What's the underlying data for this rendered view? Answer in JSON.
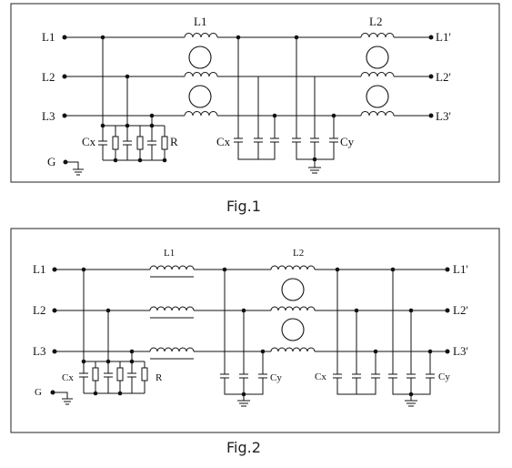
{
  "fig1": {
    "caption": "Fig.1",
    "lines_left": [
      "L1",
      "L2",
      "L3"
    ],
    "lines_right": [
      "L1'",
      "L2'",
      "L3'"
    ],
    "inductor_labels": [
      "L1",
      "L2"
    ],
    "ground": "G",
    "cx_left": "Cx",
    "resistor": "R",
    "cx_mid": "Cx",
    "cy": "Cy"
  },
  "fig2": {
    "caption": "Fig.2",
    "lines_left": [
      "L1",
      "L2",
      "L3"
    ],
    "lines_right": [
      "L1'",
      "L2'",
      "L3'"
    ],
    "inductor_labels": [
      "L1",
      "L2"
    ],
    "ground": "G",
    "cx_left": "Cx",
    "resistor": "R",
    "cy_mid": "Cy",
    "cx_right": "Cx",
    "cy_right": "Cy"
  }
}
